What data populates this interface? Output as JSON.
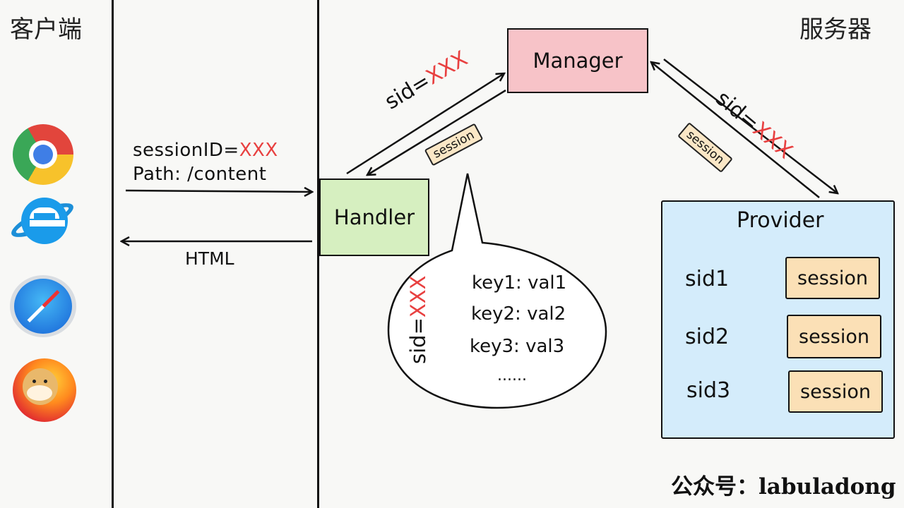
{
  "labels": {
    "client": "客户端",
    "server": "服务器",
    "footer": "公众号：labuladong"
  },
  "request": {
    "line1_prefix": "sessionID=",
    "line1_value": "XXX",
    "line2": "Path: /content"
  },
  "response": "HTML",
  "handler": "Handler",
  "manager": "Manager",
  "provider": {
    "title": "Provider",
    "sids": [
      "sid1",
      "sid2",
      "sid3"
    ],
    "session_label": "session"
  },
  "arrows": {
    "to_manager_prefix": "sid=",
    "to_manager_value": "XXX",
    "to_provider_prefix": "sid=",
    "to_provider_value": "XXX",
    "session_tag": "session"
  },
  "bubble": {
    "sid_prefix": "sid=",
    "sid_value": "XXX",
    "lines": [
      "key1: val1",
      "key2: val2",
      "key3: val3",
      "......"
    ]
  },
  "colors": {
    "handler_fill": "#d6efc0",
    "manager_fill": "#f7c3c8",
    "provider_fill": "#d4ecfb",
    "session_fill": "#fbe0b6",
    "accent_red": "#e84040"
  },
  "icons": [
    "chrome-icon",
    "ie-icon",
    "safari-icon",
    "firefox-icon"
  ]
}
